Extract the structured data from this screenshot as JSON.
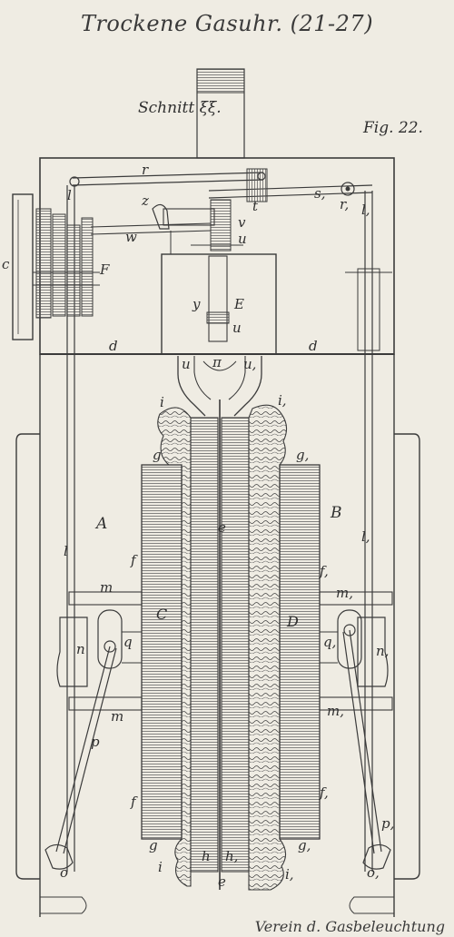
{
  "title": "Trockene Gasuhr. (21-27)",
  "section_label": "Schnitt ξξ.",
  "figure_label": "Fig. 22.",
  "footer_text": "Verein d. Gasbeleuchtung",
  "labels": {
    "r": "r",
    "s1": "s,",
    "r1": "r,",
    "l_top": "l",
    "l1_top": "l,",
    "z": "z",
    "t": "t",
    "v": "v",
    "u_top": "u",
    "w": "w",
    "F": "F",
    "c": "c",
    "E": "E",
    "y": "y",
    "u_mid": "u",
    "d_left": "d",
    "d_right": "d",
    "pi": "π",
    "u_left": "u",
    "u1_right": "u,",
    "i_top": "i",
    "i1_top": "i,",
    "g_top": "g",
    "g1_top": "g,",
    "e_mid": "e",
    "A": "A",
    "B": "B",
    "l_side": "l",
    "l1_side": "l,",
    "f_left": "f",
    "f1_right": "f,",
    "m_top": "m",
    "m1_top": "m,",
    "C": "C",
    "D": "D",
    "n": "n",
    "n1": "n,",
    "q": "q",
    "q1": "q,",
    "m_bot": "m",
    "m1_bot": "m,",
    "p": "p",
    "p1": "p,",
    "f_left_bot": "f",
    "f1_right_bot": "f,",
    "g_bot": "g",
    "g1_bot": "g,",
    "i_bot": "i",
    "i1_bot": "i,",
    "h": "h",
    "h1": "h,",
    "e_bot": "e",
    "o": "o",
    "o1": "o,"
  },
  "colors": {
    "ink": "#3b3b3b",
    "paper": "#efece3",
    "shade": "#9a9a9a"
  }
}
